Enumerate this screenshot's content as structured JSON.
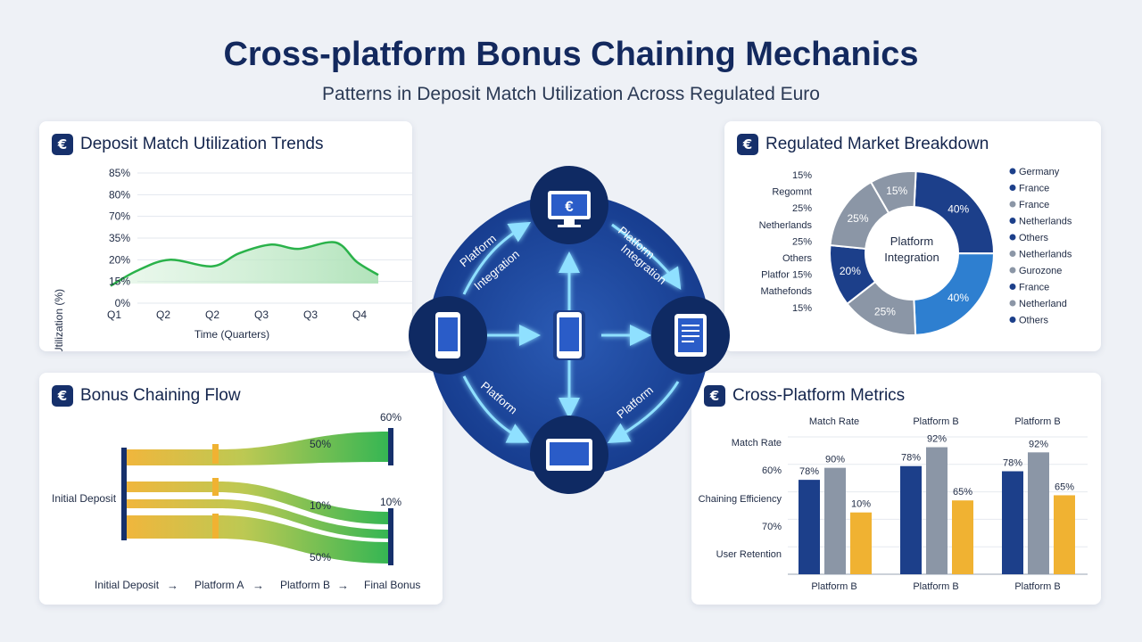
{
  "title": "Cross-platform Bonus Chaining Mechanics",
  "subtitle": "Patterns in Deposit Match Utilization Across Regulated Euro",
  "icons": {
    "badge": "euro-icon",
    "hub_top": "monitor-euro-icon",
    "hub_left": "smartphone-icon",
    "hub_center": "smartphone-icon",
    "hub_right": "tablet-icon",
    "hub_bottom": "monitor-icon"
  },
  "colors": {
    "navy": "#16306b",
    "blue": "#2e7fd0",
    "gray": "#8b96a6",
    "gold": "#f0b232",
    "green": "#2ab24a",
    "glow": "#58c8ff"
  },
  "panels": {
    "trends": {
      "title": "Deposit Match Utilization Trends",
      "badge": "€",
      "ylabel": "Utilization (%)",
      "xlabel": "Time (Quarters)",
      "yticks": [
        "85%",
        "80%",
        "70%",
        "35%",
        "20%",
        "15%",
        "0%"
      ],
      "xticks": [
        "Q1",
        "Q2",
        "Q2",
        "Q3",
        "Q3",
        "Q4"
      ]
    },
    "market": {
      "title": "Regulated Market Breakdown",
      "badge": "€",
      "center_label": [
        "Platform",
        "Integration"
      ],
      "left_labels": [
        "15%",
        "Regomnt",
        "25%",
        "Netherlands",
        "25%",
        "Others",
        "Platfor 15%",
        "Mathefonds",
        "15%"
      ],
      "legend": [
        "Germany",
        "France",
        "France",
        "Netherlands",
        "Others",
        "Netherlands",
        "Gurozone",
        "France",
        "Netherland",
        "Others"
      ]
    },
    "flow": {
      "title": "Bonus Chaining Flow",
      "badge": "€",
      "source_label": "Initial Deposit",
      "value_labels": [
        "60%",
        "50%",
        "10%",
        "10%",
        "50%"
      ],
      "steps": [
        "Initial Deposit",
        "Platform A",
        "Platform B",
        "Final Bonus"
      ],
      "arrow": "→"
    },
    "metrics": {
      "title": "Cross-Platform Metrics",
      "badge": "€",
      "row_labels": [
        "Match Rate",
        "60%",
        "Chaining Efficiency",
        "70%",
        "User Retention"
      ]
    },
    "hub": {
      "labels": [
        "Platform",
        "Integration",
        "Platform",
        "Integration",
        "Platform",
        "Platform"
      ]
    }
  },
  "chart_data": [
    {
      "type": "area",
      "title": "Deposit Match Utilization Trends",
      "xlabel": "Time (Quarters)",
      "ylabel": "Utilization (%)",
      "categories": [
        "Q1",
        "Q2",
        "Q2",
        "Q3",
        "Q3",
        "Q4"
      ],
      "yticks": [
        "85%",
        "80%",
        "70%",
        "35%",
        "20%",
        "15%",
        "0%"
      ],
      "x": [
        0,
        0.5,
        1.1,
        1.9,
        2.4,
        3.0,
        3.5,
        4.2,
        4.6,
        5.0
      ],
      "y_tick_index": [
        5.2,
        4.5,
        4.0,
        4.3,
        3.7,
        3.3,
        3.5,
        3.2,
        4.1,
        4.7
      ],
      "series": [
        {
          "values": [
            5.2,
            4.5,
            4.0,
            4.3,
            3.7,
            3.3,
            3.5,
            3.2,
            4.1,
            4.7
          ]
        }
      ],
      "grid": true
    },
    {
      "type": "pie",
      "title": "Regulated Market Breakdown",
      "slices": [
        {
          "label": "40%",
          "value": 40,
          "color": "#1c3f8a"
        },
        {
          "label": "40%",
          "value": 40,
          "color": "#2e7fd0"
        },
        {
          "label": "25%",
          "value": 25,
          "color": "#8b96a6"
        },
        {
          "label": "20%",
          "value": 20,
          "color": "#1c3f8a"
        },
        {
          "label": "25%",
          "value": 25,
          "color": "#8b96a6"
        },
        {
          "label": "15%",
          "value": 15,
          "color": "#8b96a6"
        }
      ],
      "legend": [
        "Germany",
        "France",
        "France",
        "Netherlands",
        "Others",
        "Netherlands",
        "Gurozone",
        "France",
        "Netherland",
        "Others"
      ],
      "legend_position": "right"
    },
    {
      "type": "sankey",
      "title": "Bonus Chaining Flow",
      "nodes": [
        "Initial Deposit",
        "Platform A",
        "Platform B",
        "Final Bonus"
      ],
      "labels": [
        "60%",
        "50%",
        "10%",
        "10%",
        "50%"
      ]
    },
    {
      "type": "bar",
      "title": "Cross-Platform Metrics",
      "group_labels_top": [
        "Match Rate",
        "Platform B",
        "Platform B"
      ],
      "group_labels_bottom": [
        "Platform B",
        "Platform B",
        "Platform B"
      ],
      "series": [
        {
          "color": "#1c3f8a",
          "values": [
            78,
            78,
            78
          ],
          "labels": [
            "78%",
            "78%",
            "78%"
          ]
        },
        {
          "color": "#8b96a6",
          "values": [
            90,
            92,
            92
          ],
          "labels": [
            "90%",
            "92%",
            "92%"
          ]
        },
        {
          "color": "#f0b232",
          "values": [
            10,
            65,
            65
          ],
          "labels": [
            "10%",
            "65%",
            "65%"
          ]
        }
      ],
      "bar_heights_relative": [
        [
          0.55,
          0.62,
          0.36
        ],
        [
          0.63,
          0.74,
          0.43
        ],
        [
          0.6,
          0.71,
          0.46
        ]
      ],
      "grid": true
    }
  ]
}
